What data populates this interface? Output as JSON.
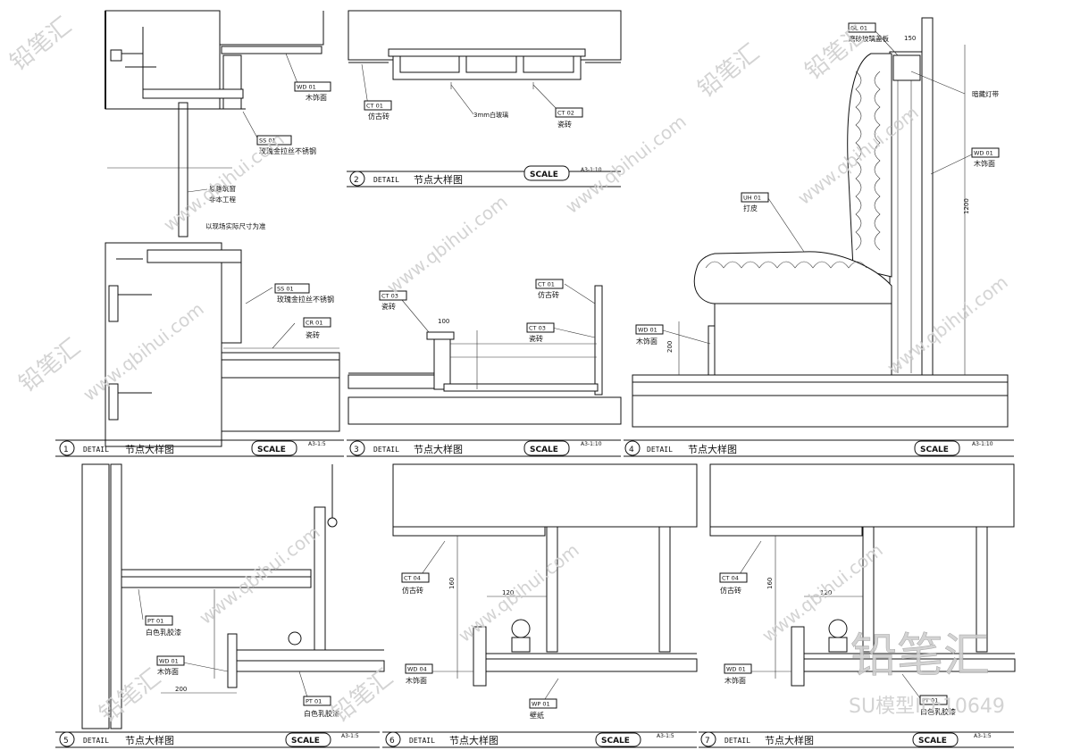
{
  "watermark": {
    "site": "www.qbihui.com",
    "brand": "铅笔汇",
    "model_id": "SU模型ID:10649"
  },
  "panels": [
    {
      "num": "1",
      "detail": "DETAIL",
      "title": "节点大样图",
      "scale_label": "SCALE",
      "scale": "A3-1:5"
    },
    {
      "num": "2",
      "detail": "DETAIL",
      "title": "节点大样图",
      "scale_label": "SCALE",
      "scale": "A3-1:10"
    },
    {
      "num": "3",
      "detail": "DETAIL",
      "title": "节点大样图",
      "scale_label": "SCALE",
      "scale": "A3-1:10"
    },
    {
      "num": "4",
      "detail": "DETAIL",
      "title": "节点大样图",
      "scale_label": "SCALE",
      "scale": "A3-1:10"
    },
    {
      "num": "5",
      "detail": "DETAIL",
      "title": "节点大样图",
      "scale_label": "SCALE",
      "scale": "A3-1:5"
    },
    {
      "num": "6",
      "detail": "DETAIL",
      "title": "节点大样图",
      "scale_label": "SCALE",
      "scale": "A3-1:5"
    },
    {
      "num": "7",
      "detail": "DETAIL",
      "title": "节点大样图",
      "scale_label": "SCALE",
      "scale": "A3-1:5"
    }
  ],
  "labels": {
    "p1": {
      "wd": "WD 01",
      "wd_txt": "木饰面",
      "ss1": "SS 01",
      "ss1_txt": "玫瑰金拉丝不锈钢",
      "orig": "原建筑窗",
      "orig2": "非本工程",
      "field": "以现场实际尺寸为准",
      "ss2": "SS 01",
      "ss2_txt": "玫瑰金拉丝不锈钢",
      "cr": "CR 01",
      "cr_txt": "瓷砖"
    },
    "p2": {
      "ct1": "CT 01",
      "ct1_txt": "仿古砖",
      "glass": "3mm白玻璃",
      "ct2": "CT 02",
      "ct2_txt": "瓷砖"
    },
    "p3": {
      "ct1": "CT 03",
      "ct1_txt": "瓷砖",
      "ct2": "CT 01",
      "ct2_txt": "仿古砖",
      "ct3": "CT 03",
      "ct3_txt": "瓷砖",
      "dim": "100"
    },
    "p4": {
      "gl": "GL 01",
      "gl_txt": "磨砂玻璃盖板",
      "lamp": "暗藏灯带",
      "wd1": "WD 01",
      "wd1_txt": "木饰面",
      "uh": "UH 01",
      "uh_txt": "打皮",
      "wd2": "WD 01",
      "wd2_txt": "木饰面",
      "dim1": "150",
      "dim2": "1200",
      "dim3": "200"
    },
    "p5": {
      "pt1": "PT 01",
      "pt1_txt": "白色乳胶漆",
      "wd": "WD 01",
      "wd_txt": "木饰面",
      "pt2": "PT 01",
      "pt2_txt": "白色乳胶漆",
      "dim": "200"
    },
    "p6": {
      "ct": "CT 04",
      "ct_txt": "仿古砖",
      "wd": "WD 04",
      "wd_txt": "木饰面",
      "wp": "WP 01",
      "wp_txt": "壁纸",
      "dim1": "120",
      "dim2": "160"
    },
    "p7": {
      "ct": "CT 04",
      "ct_txt": "仿古砖",
      "wd": "WD 01",
      "wd_txt": "木饰面",
      "pt": "PT 01",
      "pt_txt": "白色乳胶漆",
      "dim1": "120",
      "dim2": "160"
    }
  }
}
